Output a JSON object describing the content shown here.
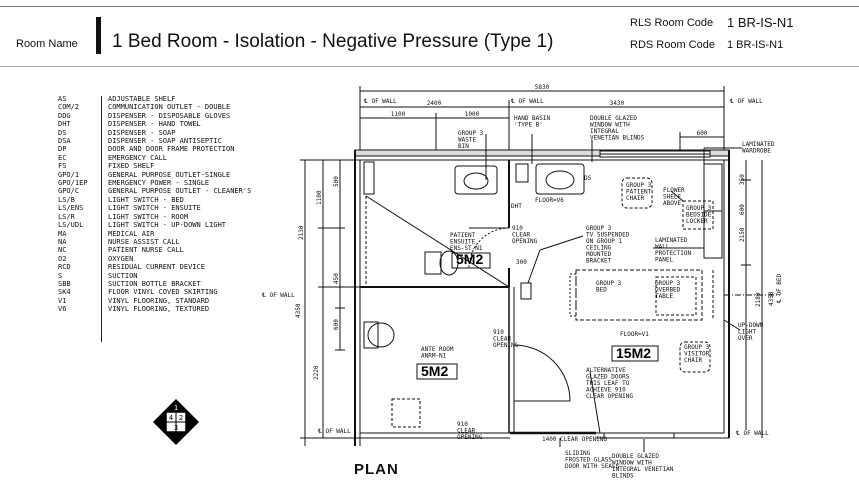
{
  "header": {
    "room_name_label": "Room Name",
    "title": "1 Bed Room - Isolation - Negative Pressure (Type 1)",
    "rls_label": "RLS Room Code",
    "rls_value": "1 BR-IS-N1",
    "rds_label": "RDS Room Code",
    "rds_value": "1 BR-IS-N1"
  },
  "legend": [
    {
      "abbr": "AS",
      "desc": "ADJUSTABLE SHELF"
    },
    {
      "abbr": "COM/2",
      "desc": "COMMUNICATION OUTLET - DOUBLE"
    },
    {
      "abbr": "DDG",
      "desc": "DISPENSER - DISPOSABLE GLOVES"
    },
    {
      "abbr": "DHT",
      "desc": "DISPENSER - HAND TOWEL"
    },
    {
      "abbr": "DS",
      "desc": "DISPENSER - SOAP"
    },
    {
      "abbr": "DSA",
      "desc": "DISPENSER - SOAP ANTISEPTIC"
    },
    {
      "abbr": "DP",
      "desc": "DOOR AND DOOR FRAME PROTECTION"
    },
    {
      "abbr": "EC",
      "desc": "EMERGENCY CALL"
    },
    {
      "abbr": "FS",
      "desc": "FIXED SHELF"
    },
    {
      "abbr": "GPO/1",
      "desc": "GENERAL PURPOSE OUTLET-SINGLE"
    },
    {
      "abbr": "GPO/1EP",
      "desc": "EMERGENCY POWER - SINGLE"
    },
    {
      "abbr": "GPO/C",
      "desc": "GENERAL PURPOSE OUTLET - CLEANER'S"
    },
    {
      "abbr": "LS/B",
      "desc": "LIGHT SWITCH - BED"
    },
    {
      "abbr": "LS/ENS",
      "desc": "LIGHT SWITCH - ENSUITE"
    },
    {
      "abbr": "LS/R",
      "desc": "LIGHT SWITCH - ROOM"
    },
    {
      "abbr": "LS/UDL",
      "desc": "LIGHT SWITCH - UP-DOWN LIGHT"
    },
    {
      "abbr": "MA",
      "desc": "MEDICAL AIR"
    },
    {
      "abbr": "NA",
      "desc": "NURSE ASSIST CALL"
    },
    {
      "abbr": "NC",
      "desc": "PATIENT NURSE CALL"
    },
    {
      "abbr": "O2",
      "desc": "OXYGEN"
    },
    {
      "abbr": "RCD",
      "desc": "RESIDUAL CURRENT DEVICE"
    },
    {
      "abbr": "S",
      "desc": "SUCTION"
    },
    {
      "abbr": "SBB",
      "desc": "SUCTION BOTTLE BRACKET"
    },
    {
      "abbr": "SK4",
      "desc": "FLOOR VINYL COVED SKIRTING"
    },
    {
      "abbr": "V1",
      "desc": "VINYL FLOORING, STANDARD"
    },
    {
      "abbr": "V6",
      "desc": "VINYL FLOORING, TEXTURED"
    }
  ],
  "compass": {
    "n1": "1",
    "n2": "2",
    "n3": "3",
    "n4": "4"
  },
  "plan": {
    "title": "PLAN",
    "dims": {
      "overall_width": "5830",
      "w_2400": "2400",
      "w_3430": "3430",
      "w_1100": "1100",
      "w_1000": "1000",
      "w_600": "600",
      "h_500": "500",
      "h_1100": "1100",
      "h_2130": "2130",
      "h_450": "450",
      "h_600": "600",
      "h_2220": "2220",
      "h_4350": "4350",
      "r_350": "350",
      "r_600": "600",
      "r_2150": "2150",
      "r_2180": "2180",
      "r_4350": "4350",
      "d_300": "300",
      "clear_1400": "1400 CLEAR OPENING"
    },
    "rooms": {
      "ensuite_area": "5M2",
      "ante_area": "5M2",
      "bed_area": "15M2",
      "ensuite_name": [
        "PATIENT",
        "ENSUITE",
        "ENS-ST-N1"
      ],
      "ante_name": [
        "ANTE ROOM",
        "ANRM-N1"
      ]
    },
    "labels": {
      "wall": "℄ OF WALL",
      "hand_basin": [
        "HAND BASIN",
        "'TYPE B'"
      ],
      "window_top": [
        "DOUBLE GLAZED",
        "WINDOW WITH",
        "INTEGRAL",
        "VENETIAN BLINDS"
      ],
      "group3_waste": [
        "GROUP 3",
        "WASTE",
        "BIN"
      ],
      "laminated_wardrobe": [
        "LAMINATED",
        "WARDROBE"
      ],
      "flower_shelf": [
        "FLOWER",
        "SHELF",
        "ABOVE"
      ],
      "group3_chair": [
        "GROUP 3",
        "PATIENT",
        "CHAIR"
      ],
      "group3_locker": [
        "GROUP 3",
        "BEDSIDE",
        "LOCKER"
      ],
      "floor_v6": "FLOOR=V6",
      "dht": "DHT",
      "clear_910_a": [
        "910",
        "CLEAR",
        "OPENING"
      ],
      "tv": [
        "GROUP 3",
        "TV SUSPENDED",
        "ON GROUP 1",
        "CEILING",
        "MOUNTED",
        "BRACKET"
      ],
      "laminated_wall": [
        "LAMINATED",
        "WALL",
        "PROTECTION",
        "PANEL"
      ],
      "group3_bed": [
        "GROUP 3",
        "BED"
      ],
      "group3_table": [
        "GROUP 3",
        "OVERBED",
        "TABLE"
      ],
      "of_bed": "℄ OF BED",
      "floor_v1": "FLOOR=V1",
      "updown_light": [
        "UP-DOWN",
        "LIGHT",
        "OVER"
      ],
      "clear_910_b": [
        "910",
        "CLEAR",
        "OPENING"
      ],
      "alt_doors": [
        "ALTERNATIVE",
        "GLAZED DOORS",
        "THIS LEAF TO",
        "ACHIEVE 910",
        "CLEAR OPENING"
      ],
      "group3_visitor": [
        "GROUP 3",
        "VISITOR",
        "CHAIR"
      ],
      "clear_910_c": [
        "910",
        "CLEAR",
        "OPENING"
      ],
      "sliding_door": [
        "SLIDING",
        "FROSTED GLASS",
        "DOOR WITH SEALS"
      ],
      "window_bottom": [
        "DOUBLE GLAZED",
        "WINDOW WITH",
        "INTEGRAL VENETIAN",
        "BLINDS"
      ],
      "ds": "DS"
    }
  }
}
